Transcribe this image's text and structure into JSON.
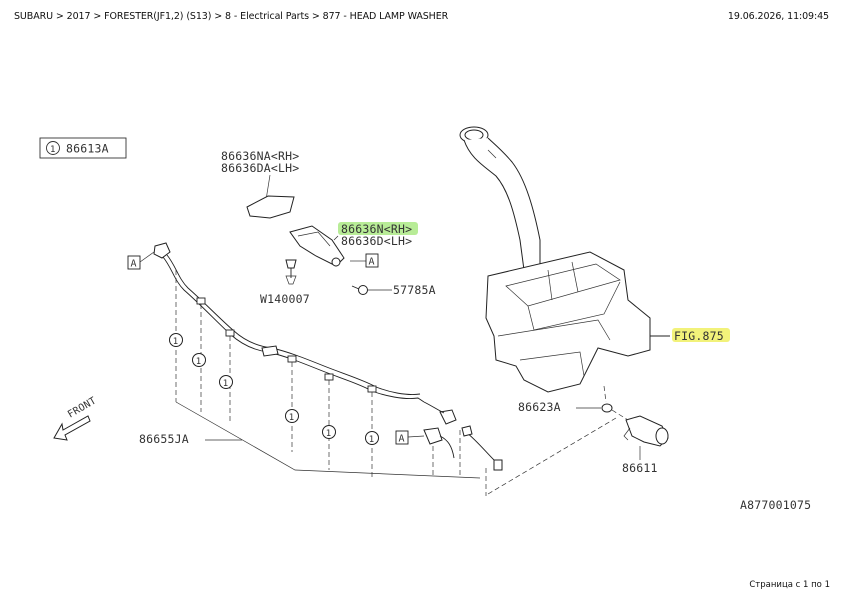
{
  "header": {
    "breadcrumb": "SUBARU > 2017 > FORESTER(JF1,2) (S13) > 8 - Electrical Parts > 877 - HEAD LAMP WASHER",
    "timestamp": "19.06.2026, 11:09:45"
  },
  "footer": {
    "page_info": "Страница с 1 по 1"
  },
  "diagram": {
    "callout_circle_num": "1",
    "callout_part": "86613A",
    "cover_rh": "86636NA<RH>",
    "cover_lh": "86636DA<LH>",
    "nozzle_rh": "86636N<RH>",
    "nozzle_lh": "86636D<LH>",
    "clip": "W140007",
    "screw": "57785A",
    "fig_ref": "FIG.875",
    "grommet": "86623A",
    "pump": "86611",
    "hose": "86655JA",
    "front_label": "FRONT",
    "ref_a": "A",
    "drawing_id": "A877001075",
    "highlight_color": "#b8ec97",
    "fig_highlight_color": "#f2f27a"
  }
}
